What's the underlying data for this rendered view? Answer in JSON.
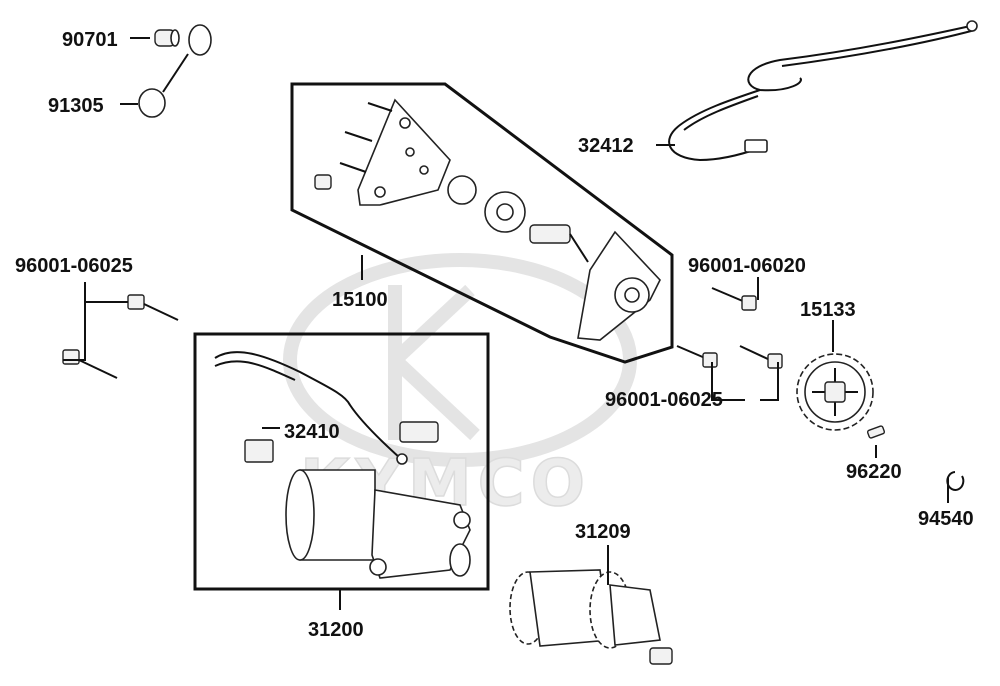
{
  "watermark": {
    "brand": "KYMCO"
  },
  "callouts": [
    {
      "part": "90701"
    },
    {
      "part": "91305"
    },
    {
      "part": "32412"
    },
    {
      "part": "96001-06025"
    },
    {
      "part": "15100"
    },
    {
      "part": "96001-06020"
    },
    {
      "part": "15133"
    },
    {
      "part": "32410"
    },
    {
      "part": "96001-06025"
    },
    {
      "part": "96220"
    },
    {
      "part": "94540"
    },
    {
      "part": "31209"
    },
    {
      "part": "31200"
    }
  ]
}
